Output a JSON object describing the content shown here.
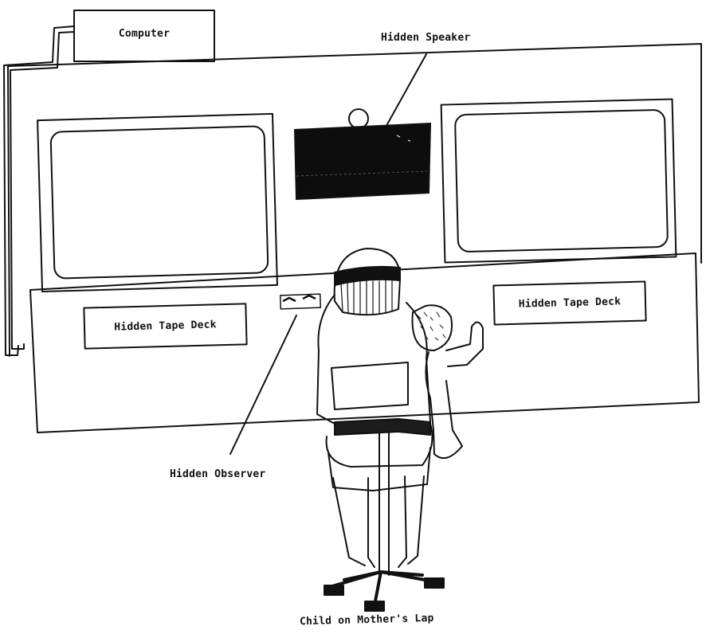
{
  "labels": {
    "computer": "Computer",
    "hidden_speaker": "Hidden Speaker",
    "hidden_tape_deck_left": "Hidden Tape Deck",
    "hidden_tape_deck_right": "Hidden Tape Deck",
    "hidden_observer": "Hidden Observer",
    "child_on_mothers_lap": "Child on Mother's Lap"
  },
  "colors": {
    "ink": "#111111",
    "speaker_fill": "#0d0d0d",
    "paper": "#ffffff",
    "shade": "#d8d8d8"
  }
}
